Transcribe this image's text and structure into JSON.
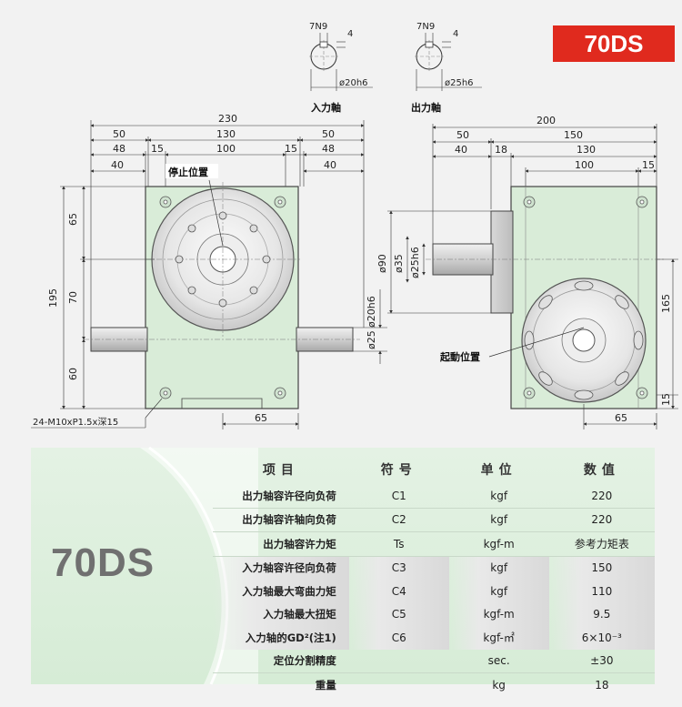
{
  "badge": "70DS",
  "shaft_details": {
    "input": {
      "keyway": "7N9",
      "key_depth": "4",
      "diameter": "ø20h6",
      "label": "入力軸"
    },
    "output": {
      "keyway": "7N9",
      "key_depth": "4",
      "diameter": "ø25h6",
      "label": "出力軸"
    }
  },
  "front_view": {
    "dims_top": [
      "230",
      "50",
      "130",
      "50",
      "48",
      "15",
      "100",
      "15",
      "48",
      "40",
      "40"
    ],
    "dims_left": [
      "65",
      "195",
      "70",
      "60"
    ],
    "dims_right": [
      "ø20h6",
      "ø25"
    ],
    "dim_bottom": "65",
    "stop_label": "停止位置",
    "thread_note": "24-M10xP1.5x深15"
  },
  "side_view": {
    "dims_top": [
      "200",
      "50",
      "150",
      "40",
      "18",
      "130",
      "100",
      "15"
    ],
    "dims_left": [
      "ø90",
      "ø35",
      "ø25h6"
    ],
    "dims_right": [
      "165",
      "15"
    ],
    "dim_bottom": "65",
    "start_label": "起動位置"
  },
  "spec": {
    "model": "70DS",
    "headers": [
      "项目",
      "符号",
      "单位",
      "数值"
    ],
    "rows": [
      {
        "item": "出力轴容许径向负荷",
        "symbol": "C1",
        "unit": "kgf",
        "value": "220"
      },
      {
        "item": "出力轴容许轴向负荷",
        "symbol": "C2",
        "unit": "kgf",
        "value": "220"
      },
      {
        "item": "出力轴容许力矩",
        "symbol": "Ts",
        "unit": "kgf-m",
        "value": "参考力矩表"
      },
      {
        "item": "入力轴容许径向负荷",
        "symbol": "C3",
        "unit": "kgf",
        "value": "150"
      },
      {
        "item": "入力轴最大弯曲力矩",
        "symbol": "C4",
        "unit": "kgf",
        "value": "110"
      },
      {
        "item": "入力轴最大扭矩",
        "symbol": "C5",
        "unit": "kgf-m",
        "value": "9.5"
      },
      {
        "item": "入力轴的GD²(注1)",
        "symbol": "C6",
        "unit": "kgf-㎡",
        "value": "6×10⁻³"
      },
      {
        "item": "定位分割精度",
        "symbol": "",
        "unit": "sec.",
        "value": "±30"
      },
      {
        "item": "重量",
        "symbol": "",
        "unit": "kg",
        "value": "18"
      }
    ]
  }
}
